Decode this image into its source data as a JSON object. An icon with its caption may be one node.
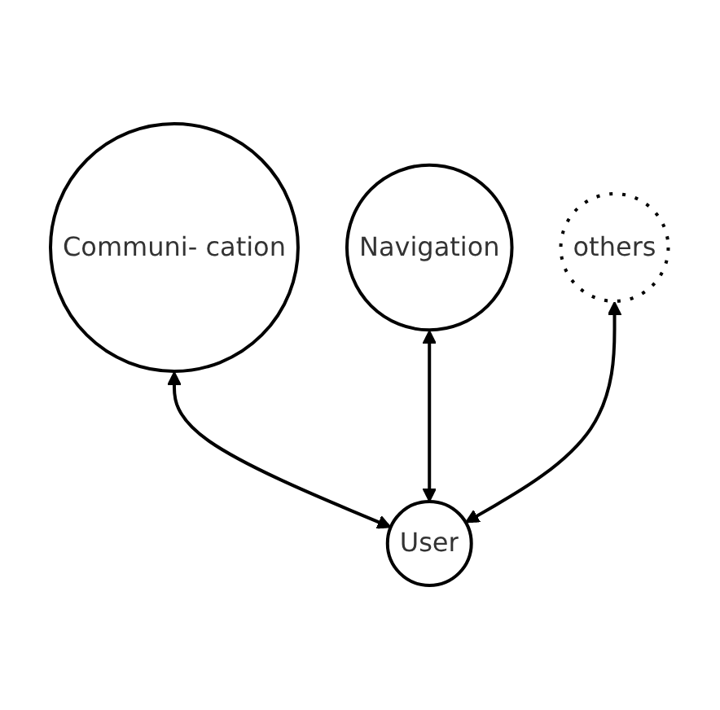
{
  "diagram": {
    "nodes": [
      {
        "text": [
          "Communi- cation"
        ]
      },
      {
        "text": [
          "Navigation"
        ]
      },
      {
        "text": [
          "others"
        ]
      },
      {
        "text": [
          "User"
        ]
      }
    ],
    "edges": [
      {
        "from": 0,
        "to": 3,
        "arrow": "both"
      },
      {
        "from": 1,
        "to": 3,
        "arrow": "both"
      },
      {
        "from": 2,
        "to": 3,
        "arrow": "both"
      }
    ]
  }
}
